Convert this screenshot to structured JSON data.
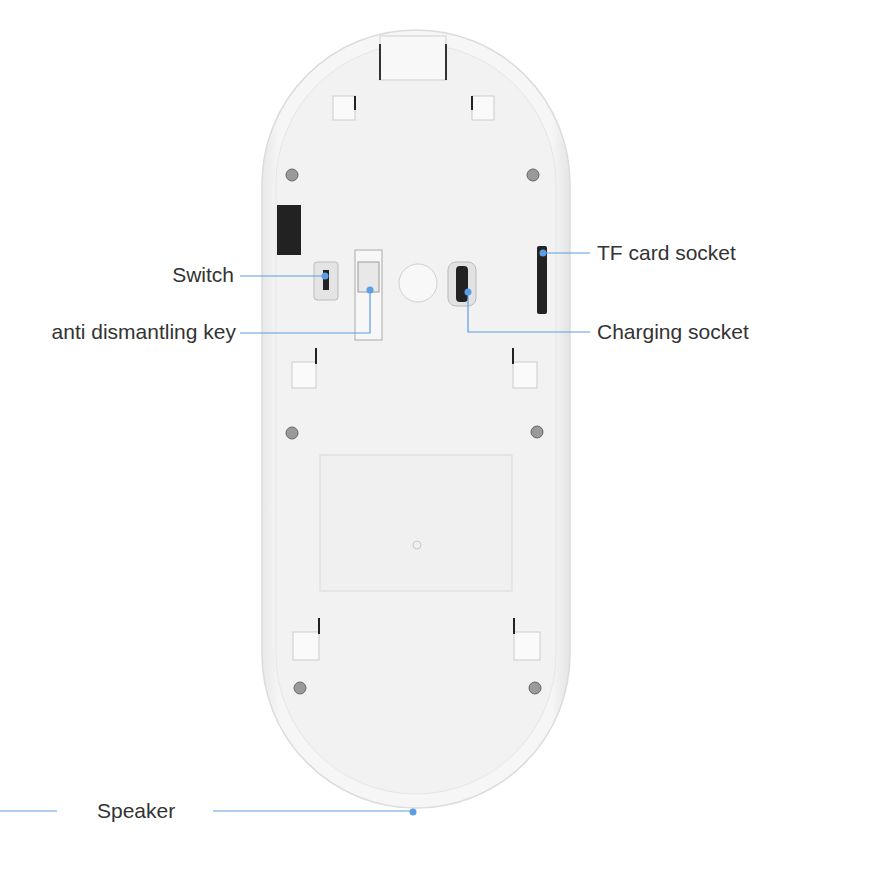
{
  "diagram": {
    "labels": [
      "Switch",
      "anti dismantling key",
      "TF card socket",
      "Charging socket",
      "Speaker"
    ]
  }
}
